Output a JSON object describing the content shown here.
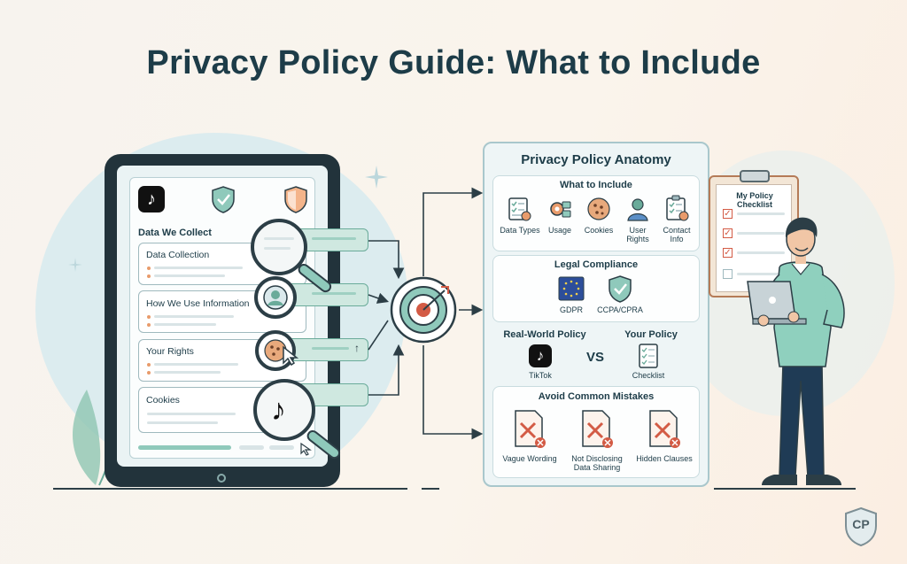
{
  "title": "Privacy Policy Guide: What to Include",
  "tablet": {
    "section_title": "Data We Collect",
    "logo_text": "♪",
    "cards": [
      {
        "label": "Data Collection"
      },
      {
        "label": "How We Use Information"
      },
      {
        "label": "Your Rights"
      },
      {
        "label": "Cookies"
      }
    ]
  },
  "anatomy": {
    "title": "Privacy Policy Anatomy",
    "include": {
      "title": "What to Include",
      "items": [
        {
          "label": "Data Types",
          "icon": "checklist-icon"
        },
        {
          "label": "Usage",
          "icon": "gear-icon"
        },
        {
          "label": "Cookies",
          "icon": "cookie-icon"
        },
        {
          "label": "User\nRights",
          "icon": "user-icon"
        },
        {
          "label": "Contact\nInfo",
          "icon": "clipboard-icon"
        }
      ]
    },
    "compliance": {
      "title": "Legal Compliance",
      "items": [
        {
          "label": "GDPR",
          "icon": "eu-flag-icon"
        },
        {
          "label": "CCPA/CPRA",
          "icon": "shield-check-icon"
        }
      ]
    },
    "comparison": {
      "left_title": "Real-World Policy",
      "right_title": "Your Policy",
      "vs": "VS",
      "left_label": "TikTok",
      "right_label": "Checklist"
    },
    "mistakes": {
      "title": "Avoid Common Mistakes",
      "items": [
        {
          "label": "Vague Wording"
        },
        {
          "label": "Not Disclosing\nData Sharing"
        },
        {
          "label": "Hidden Clauses"
        }
      ]
    }
  },
  "checklist": {
    "title": "My Policy Checklist",
    "checked": [
      true,
      true,
      true,
      false
    ]
  },
  "badge": {
    "text": "CP"
  },
  "colors": {
    "primary": "#1d3c48",
    "accent_teal": "#6aab9a",
    "accent_orange": "#e89b6b",
    "danger": "#d35b45"
  }
}
